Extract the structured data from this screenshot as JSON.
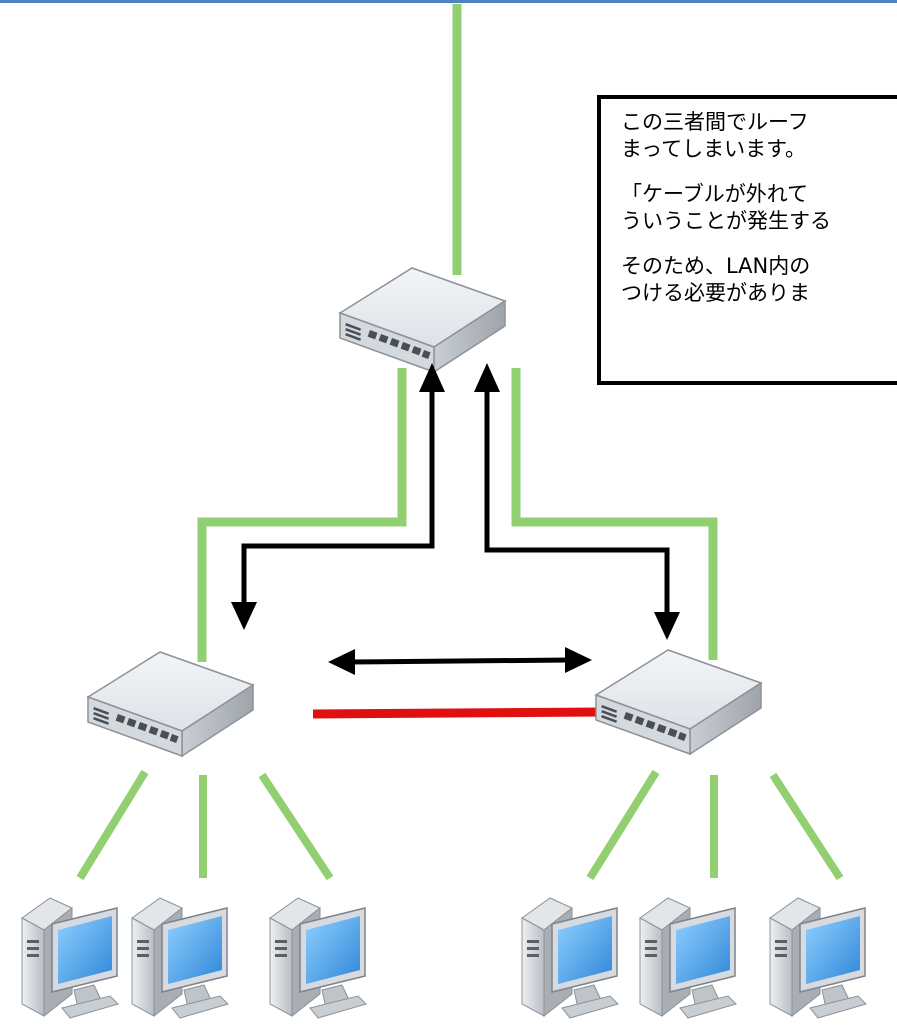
{
  "diagram": {
    "note": {
      "paragraphs": [
        "この三者間でルーフ\nまってしまいます。",
        "「ケーブルが外れて\nういうことが発生する",
        "そのため、LAN内の\nつける必要がありま"
      ]
    },
    "colors": {
      "top_border": "#4f81bd",
      "cable": "#92cf71",
      "loop_cable": "#e01010",
      "arrow": "#000000",
      "switch_top": "#e9edf1",
      "switch_side": "#b8bdc2",
      "monitor_screen": "#4a9fe6"
    },
    "icons": {
      "switch": "network-switch-icon",
      "computer": "desktop-computer-icon"
    }
  }
}
